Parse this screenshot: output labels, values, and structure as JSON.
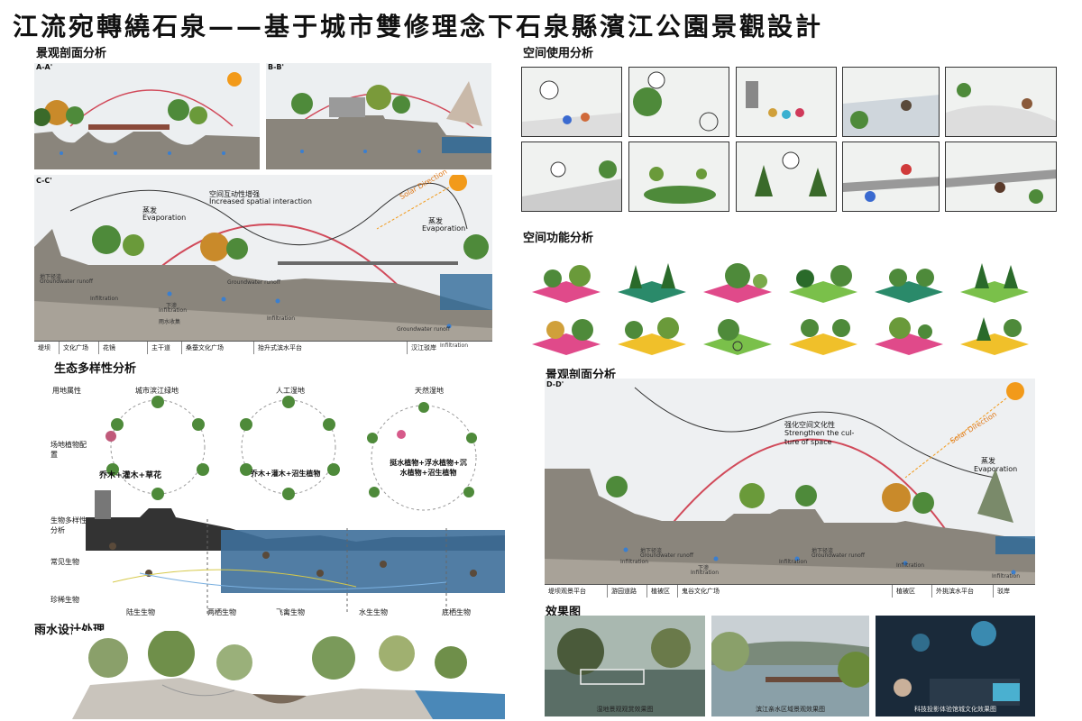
{
  "title": "江流宛轉繞石泉——基于城市雙修理念下石泉縣濱江公園景觀設計",
  "sections": {
    "landscape_section": "景观剖面分析",
    "space_usage": "空间使用分析",
    "space_function": "空间功能分析",
    "biodiversity": "生态多样性分析",
    "rainwater": "雨水设计处理",
    "landscape_section_2": "景观剖面分析",
    "renderings": "效果图"
  },
  "section_aa": {
    "label": "A-A'"
  },
  "section_bb": {
    "label": "B-B'"
  },
  "section_cc": {
    "label": "C-C'",
    "interaction_cn": "空间互动性增强",
    "interaction_en": "Increased spatial interaction",
    "solar": "Solar Direction",
    "evap_cn": "蒸发",
    "evap_en": "Evaporation",
    "groundwater_cn": "地下径流",
    "groundwater_en": "Groundwater runoff",
    "infiltration_cn": "下渗",
    "infiltration_en": "Infiltration",
    "rain_collect": "雨水收集",
    "zones": [
      "堤坝",
      "文化广场",
      "花镜",
      "主干道",
      "桑蚕文化广场",
      "抬升式滨水平台",
      "汉江驳岸"
    ]
  },
  "section_dd": {
    "label": "D-D'",
    "culture_cn": "强化空间文化性",
    "culture_en_1": "Strengthen the cul-",
    "culture_en_2": "ture of space",
    "solar": "Solar Direction",
    "evap_cn": "蒸发",
    "evap_en": "Evaporation",
    "groundwater_cn": "地下径流",
    "groundwater_en": "Groundwater runoff",
    "infiltration_cn": "下渗",
    "infiltration_en": "Infiltration",
    "zones": [
      "堤坝观景平台",
      "游园道路",
      "植被区",
      "鬼谷文化广场",
      "植被区",
      "外挑滨水平台",
      "驳岸"
    ]
  },
  "biodiversity": {
    "row_labels": [
      "用地属性",
      "场地植物配置",
      "生物多样性分析",
      "常见生物",
      "珍稀生物"
    ],
    "habitats": [
      "城市滨江绿地",
      "人工湿地",
      "天然湿地"
    ],
    "plant_combos": [
      "乔木+灌木+草花",
      "乔木+灌木+沼生植物",
      "挺水植物+浮水植物+沉水植物+沼生植物"
    ],
    "animal_groups": [
      "陆生生物",
      "两栖生物",
      "飞禽生物",
      "水生生物",
      "底栖生物"
    ]
  },
  "renderings": [
    "湿地景观观赏效果图",
    "滨江亲水区域景观效果图",
    "科技投影体验馆城文化效果图"
  ],
  "colors": {
    "sky": "#e9ecef",
    "soil": "#8a857c",
    "water": "#2f6a99",
    "green": "#4e8a3a",
    "arc": "#d14a5a",
    "sun": "#f29a1a",
    "rain_blue": "#3a7fd0"
  }
}
